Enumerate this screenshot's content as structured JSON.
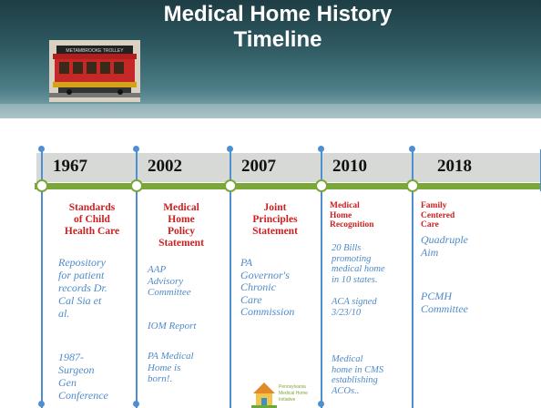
{
  "slide": {
    "title": "Medical Home History Timeline",
    "colors": {
      "accent_red": "#cc1f1f",
      "text_blue": "#4f8ac9",
      "bar_green": "#7aa63a",
      "marker_blue": "#4e8fd1"
    }
  },
  "images": {
    "trolley_sign": "METAMBROOKE TROLLEY",
    "logo_text": [
      "Pennsylvania",
      "Medical Home",
      "Initiative"
    ]
  },
  "timeline": [
    {
      "year": "1967",
      "heading": [
        "Standards",
        "of Child",
        "Health Care"
      ],
      "items": [
        [
          "Repository",
          "for patient",
          "records Dr.",
          "Cal Sia et",
          "al."
        ],
        [
          "1987-",
          "Surgeon",
          "Gen",
          "Conference"
        ]
      ]
    },
    {
      "year": "2002",
      "heading": [
        "Medical",
        "Home",
        "Policy",
        "Statement"
      ],
      "items": [
        [
          "AAP",
          "Advisory",
          "Committee"
        ],
        [
          "IOM Report"
        ],
        [
          "PA Medical",
          "Home is",
          "born!."
        ]
      ]
    },
    {
      "year": "2007",
      "heading": [
        "Joint",
        "Principles",
        "Statement"
      ],
      "items": [
        [
          "PA",
          "Governor's",
          "Chronic",
          "Care",
          "Commission"
        ]
      ]
    },
    {
      "year": "2010",
      "heading": [
        "Medical",
        "Home",
        "Recognition"
      ],
      "items": [
        [
          "20 Bills",
          "promoting",
          "medical home",
          "in 10 states."
        ],
        [
          "ACA signed",
          "3/23/10"
        ],
        [
          "Medical",
          "home in CMS",
          "establishing",
          "ACOs.."
        ]
      ]
    },
    {
      "year": "2018",
      "heading": [
        "Family",
        "Centered",
        "Care"
      ],
      "items": [
        [
          "Quadruple",
          "Aim"
        ],
        [
          "PCMH",
          "Committee"
        ]
      ]
    }
  ]
}
